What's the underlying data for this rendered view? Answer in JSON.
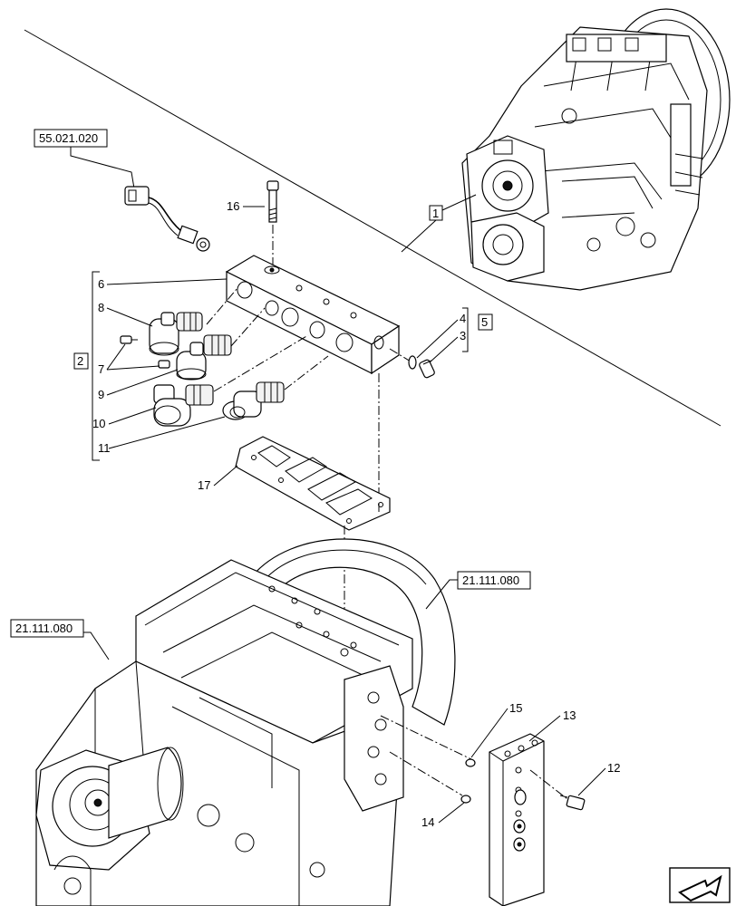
{
  "references": {
    "wiring": "55.021.020",
    "transmission_right": "21.111.080",
    "transmission_left": "21.111.080"
  },
  "callouts": {
    "c1": "1",
    "c2": "2",
    "c3": "3",
    "c4": "4",
    "c5": "5",
    "c6": "6",
    "c7": "7",
    "c8": "8",
    "c9": "9",
    "c10": "10",
    "c11": "11",
    "c12": "12",
    "c13": "13",
    "c14": "14",
    "c15": "15",
    "c16": "16",
    "c17": "17"
  },
  "icons": {
    "navigation": "next-page-arrow-icon"
  }
}
